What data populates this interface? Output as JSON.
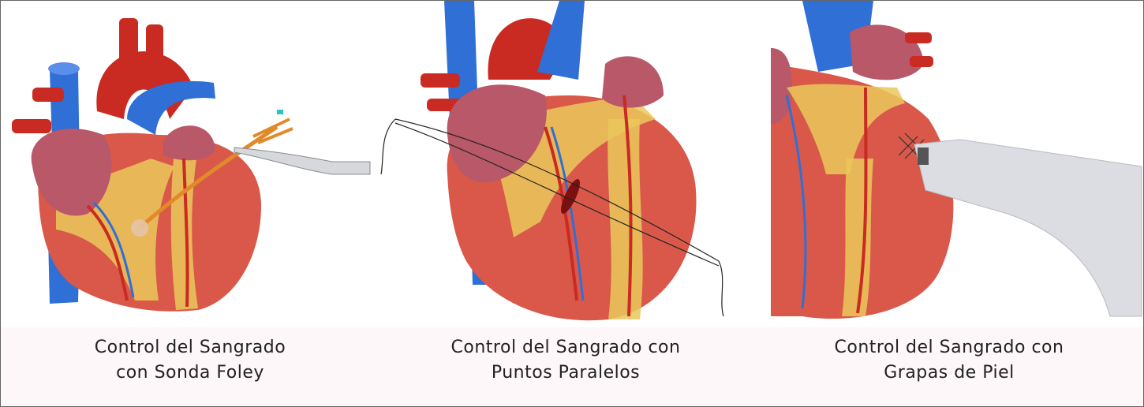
{
  "panels": [
    {
      "caption_line1": "Control del Sangrado",
      "caption_line2": "con Sonda Foley"
    },
    {
      "caption_line1": "Control del Sangrado con",
      "caption_line2": "Puntos Paralelos"
    },
    {
      "caption_line1": "Control del Sangrado con",
      "caption_line2": "Grapas de Piel"
    }
  ],
  "colors": {
    "vein_blue": "#2f6fd6",
    "aorta_red": "#c92a21",
    "myocardium": "#d9584a",
    "fat_yellow": "#e9c85a",
    "atrium_pink": "#b85868",
    "catheter_orange": "#e08a2a",
    "stapler_gray": "#dcdde3"
  }
}
